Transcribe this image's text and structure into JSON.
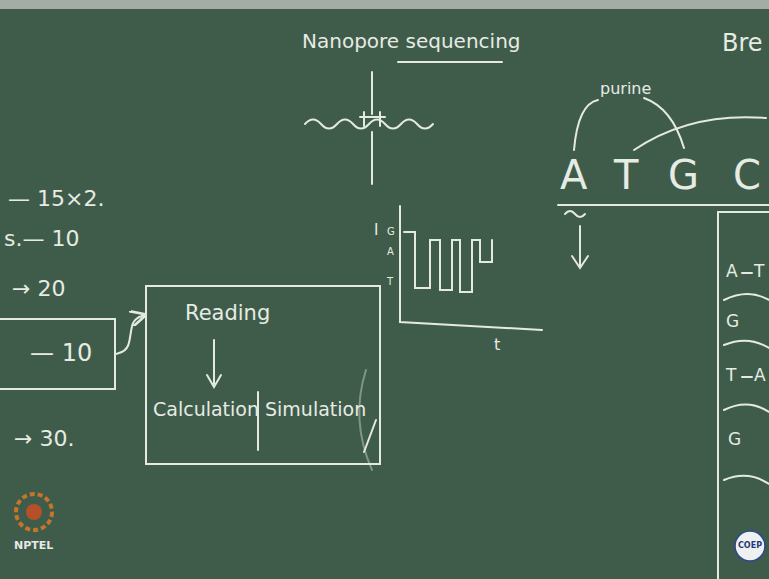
{
  "diagram": {
    "nodes": [
      {
        "text": [
          "— 10"
        ]
      },
      {
        "text": [
          "Reading",
          "Calculation",
          "Simulation"
        ]
      }
    ],
    "edges": [
      {
        "from": 0,
        "to": 1,
        "arrow": "to"
      }
    ],
    "labels": [
      "— 15×2.",
      "s.— 10",
      "→ 20",
      "→ 30.",
      "Nanopore sequencing",
      "purine",
      "Bre",
      "I",
      "G",
      "A",
      "T",
      "t",
      "A",
      "T",
      "G",
      "C",
      "A",
      "T",
      "G",
      "T",
      "A",
      "G",
      "NPTEL",
      "COEP"
    ]
  }
}
